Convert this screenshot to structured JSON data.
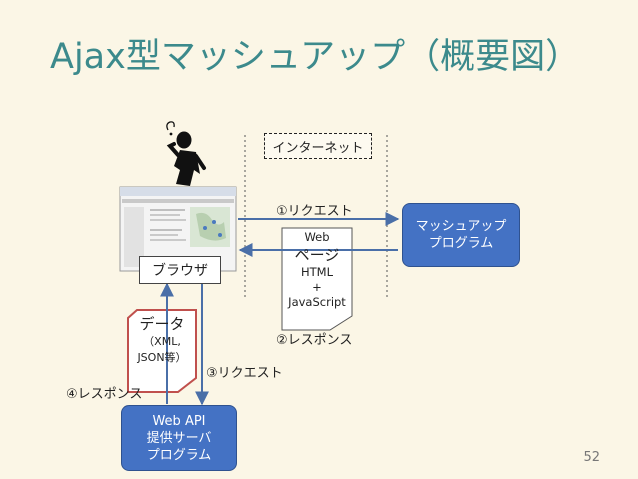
{
  "title": "Ajax型マッシュアップ（概要図）",
  "internet_label": "インターネット",
  "browser_label": "ブラウザ",
  "mashup_box": {
    "line1": "マッシュアップ",
    "line2": "プログラム"
  },
  "api_box": {
    "line1": "Web API",
    "line2": "提供サーバ",
    "line3": "プログラム"
  },
  "web_page": {
    "line1": "Web",
    "line2": "ページ",
    "line3": "HTML",
    "line4": "+",
    "line5": "JavaScript"
  },
  "data_doc": {
    "line1": "データ",
    "line2": "（XML,",
    "line3": "JSON等）"
  },
  "arrows": {
    "request1": "①リクエスト",
    "response2": "②レスポンス",
    "request3": "③リクエスト",
    "response4": "④レスポンス"
  },
  "page_number": "52",
  "colors": {
    "title": "#3c8a8c",
    "box_fill": "#4472c4",
    "arrow": "#4a6fa8",
    "doc_border": "#c0504d",
    "background": "#fbf6e6"
  }
}
